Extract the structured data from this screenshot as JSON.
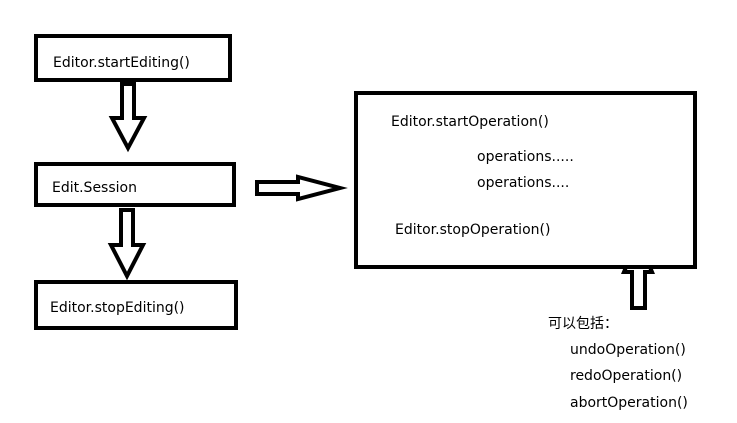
{
  "flow": {
    "start_editing": "Editor.startEditing()",
    "edit_session": "Edit.Session",
    "stop_editing": "Editor.stopEditing()"
  },
  "operation_block": {
    "start_operation": "Editor.startOperation()",
    "operations_1": "operations.....",
    "operations_2": "operations....",
    "stop_operation": "Editor.stopOperation()"
  },
  "note": {
    "heading": "可以包括：",
    "items": [
      "undoOperation()",
      "redoOperation()",
      "abortOperation()"
    ]
  }
}
